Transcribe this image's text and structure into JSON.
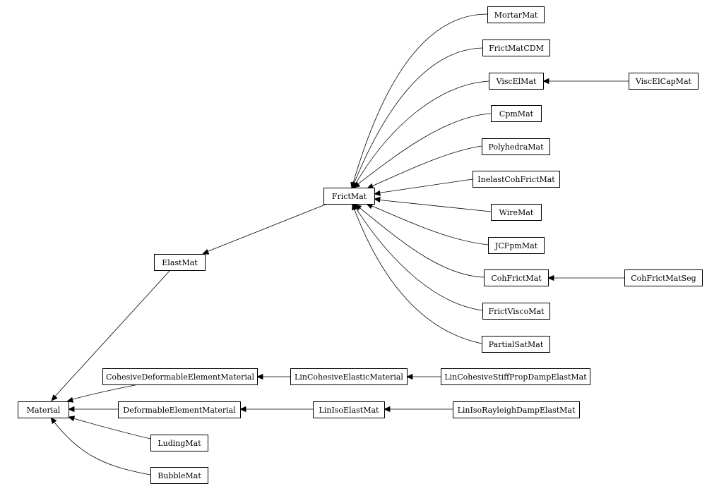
{
  "diagram": {
    "type": "class-inheritance-graph",
    "nodes": {
      "material": "Material",
      "elastmat": "ElastMat",
      "frictmat": "FrictMat",
      "mortarmat": "MortarMat",
      "frictmatcdm": "FrictMatCDM",
      "viscelmat": "ViscElMat",
      "viscelcapmat": "ViscElCapMat",
      "cpmmat": "CpmMat",
      "polyhedramat": "PolyhedraMat",
      "inelastcohfrictmat": "InelastCohFrictMat",
      "wiremat": "WireMat",
      "jcfpmmat": "JCFpmMat",
      "cohfrictmat": "CohFrictMat",
      "cohfrictmatseg": "CohFrictMatSeg",
      "frictviscomat": "FrictViscoMat",
      "partialsatmat": "PartialSatMat",
      "cohesivedeformableelementmaterial": "CohesiveDeformableElementMaterial",
      "lincohesiveelasticmaterial": "LinCohesiveElasticMaterial",
      "lincohesivestiffpropdampelastmat": "LinCohesiveStiffPropDampElastMat",
      "deformableelementmaterial": "DeformableElementMaterial",
      "linisoelastmat": "LinIsoElastMat",
      "linisorayleighdampelastmat": "LinIsoRayleighDampElastMat",
      "ludingmat": "LudingMat",
      "bubblemat": "BubbleMat"
    },
    "edges": [
      {
        "from": "elastmat",
        "to": "material"
      },
      {
        "from": "cohesivedeformableelementmaterial",
        "to": "material"
      },
      {
        "from": "deformableelementmaterial",
        "to": "material"
      },
      {
        "from": "ludingmat",
        "to": "material"
      },
      {
        "from": "bubblemat",
        "to": "material"
      },
      {
        "from": "frictmat",
        "to": "elastmat"
      },
      {
        "from": "mortarmat",
        "to": "frictmat"
      },
      {
        "from": "frictmatcdm",
        "to": "frictmat"
      },
      {
        "from": "viscelmat",
        "to": "frictmat"
      },
      {
        "from": "cpmmat",
        "to": "frictmat"
      },
      {
        "from": "polyhedramat",
        "to": "frictmat"
      },
      {
        "from": "inelastcohfrictmat",
        "to": "frictmat"
      },
      {
        "from": "wiremat",
        "to": "frictmat"
      },
      {
        "from": "jcfpmmat",
        "to": "frictmat"
      },
      {
        "from": "cohfrictmat",
        "to": "frictmat"
      },
      {
        "from": "frictviscomat",
        "to": "frictmat"
      },
      {
        "from": "partialsatmat",
        "to": "frictmat"
      },
      {
        "from": "viscelcapmat",
        "to": "viscelmat"
      },
      {
        "from": "cohfrictmatseg",
        "to": "cohfrictmat"
      },
      {
        "from": "lincohesiveelasticmaterial",
        "to": "cohesivedeformableelementmaterial"
      },
      {
        "from": "lincohesivestiffpropdampelastmat",
        "to": "lincohesiveelasticmaterial"
      },
      {
        "from": "linisoelastmat",
        "to": "deformableelementmaterial"
      },
      {
        "from": "linisorayleighdampelastmat",
        "to": "linisoelastmat"
      }
    ],
    "colors": {
      "stroke": "#000000",
      "fill": "#ffffff",
      "text": "#000000"
    }
  }
}
